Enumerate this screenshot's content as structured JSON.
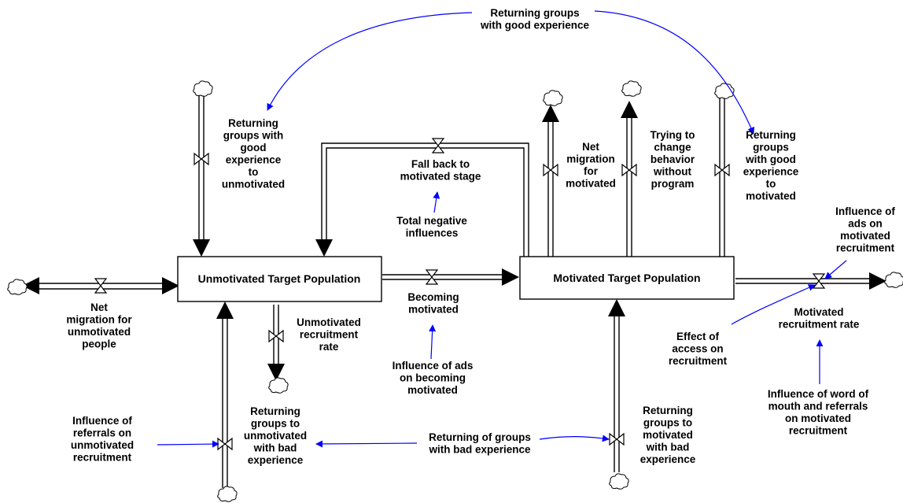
{
  "stocks": {
    "unmotivated": "Unmotivated Target Population",
    "motivated": "Motivated Target Population"
  },
  "labels": {
    "returning_good": "Returning groups\nwith good experience",
    "returning_good_unmot": "Returning\ngroups with\ngood\nexperience\nto\nunmotivated",
    "fall_back": "Fall back to\nmotivated stage",
    "total_negative": "Total negative\ninfluences",
    "net_mig_mot": "Net\nmigration\nfor\nmotivated",
    "trying_change": "Trying to\nchange\nbehavior\nwithout\nprogram",
    "returning_good_mot": "Returning\ngroups\nwith good\nexperience\nto\nmotivated",
    "ads_motivated": "Influence of\nads on\nmotivated\nrecruitment",
    "net_mig_unmot": "Net\nmigration for\nunmotivated\npeople",
    "becoming": "Becoming\nmotivated",
    "unmot_recruit": "Unmotivated\nrecruitment\nrate",
    "ads_becoming": "Influence of ads\non becoming\nmotivated",
    "mot_recruit": "Motivated\nrecruitment rate",
    "access": "Effect of\naccess on\nrecruitment",
    "word_mouth": "Influence of word of\nmouth and referrals\non motivated\nrecruitment",
    "referrals_unmot": "Influence of\nreferrals on\nunmotivated\nrecruitment",
    "returning_bad_unmot": "Returning\ngroups to\nunmotivated\nwith bad\nexperience",
    "returning_bad": "Returning of groups\nwith bad experience",
    "returning_bad_mot": "Returning\ngroups to\nmotivated\nwith bad\nexperience"
  },
  "colors": {
    "ink": "#000000",
    "link": "#0000ff"
  },
  "icons": {
    "source_sink": "cloud-icon",
    "valve": "valve-icon"
  }
}
